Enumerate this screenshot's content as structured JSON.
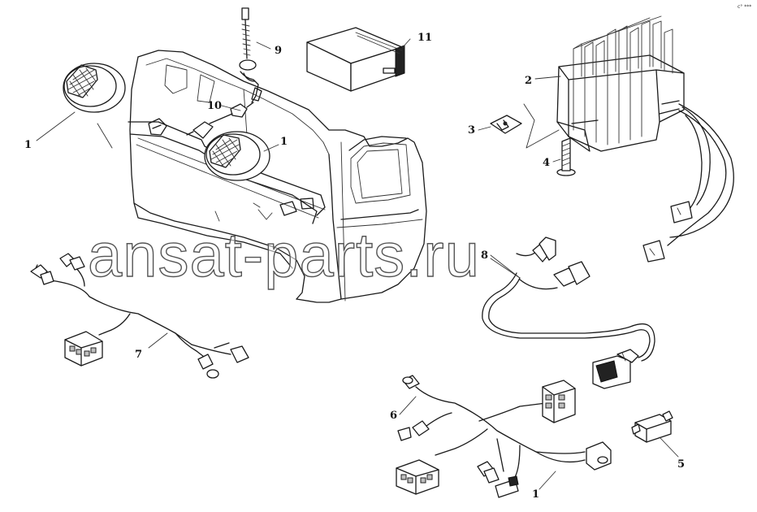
{
  "diagram": {
    "callouts": {
      "c1_left": "1",
      "c1_center": "1",
      "c1_bottom": "1",
      "c2": "2",
      "c3": "3",
      "c4": "4",
      "c5": "5",
      "c6": "6",
      "c7": "7",
      "c8": "8",
      "c9": "9",
      "c10": "10",
      "c11": "11"
    },
    "corner_mark": "c° ***",
    "colors": {
      "line": "#1a1a1a",
      "background": "#ffffff"
    }
  },
  "watermark": {
    "text": "ansat-parts.ru"
  }
}
